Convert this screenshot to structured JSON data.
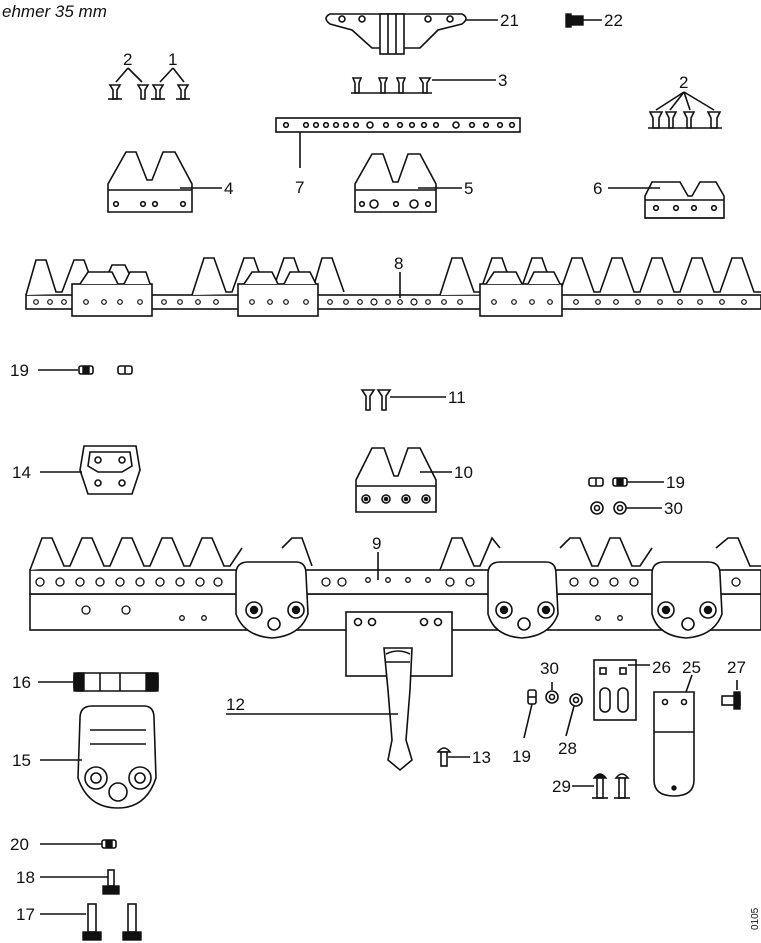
{
  "title_fragment": "ehmer 35 mm",
  "corner_code": "0105",
  "labels": {
    "l1": "1",
    "l2a": "2",
    "l2b": "2",
    "l3": "3",
    "l4": "4",
    "l5": "5",
    "l6": "6",
    "l7": "7",
    "l8": "8",
    "l9": "9",
    "l10": "10",
    "l11": "11",
    "l12": "12",
    "l13": "13",
    "l14": "14",
    "l15": "15",
    "l16": "16",
    "l17": "17",
    "l18": "18",
    "l19a": "19",
    "l19b": "19",
    "l19c": "19",
    "l20": "20",
    "l21": "21",
    "l22": "22",
    "l25": "25",
    "l26": "26",
    "l27": "27",
    "l28": "28",
    "l29": "29",
    "l30a": "30",
    "l30b": "30"
  }
}
